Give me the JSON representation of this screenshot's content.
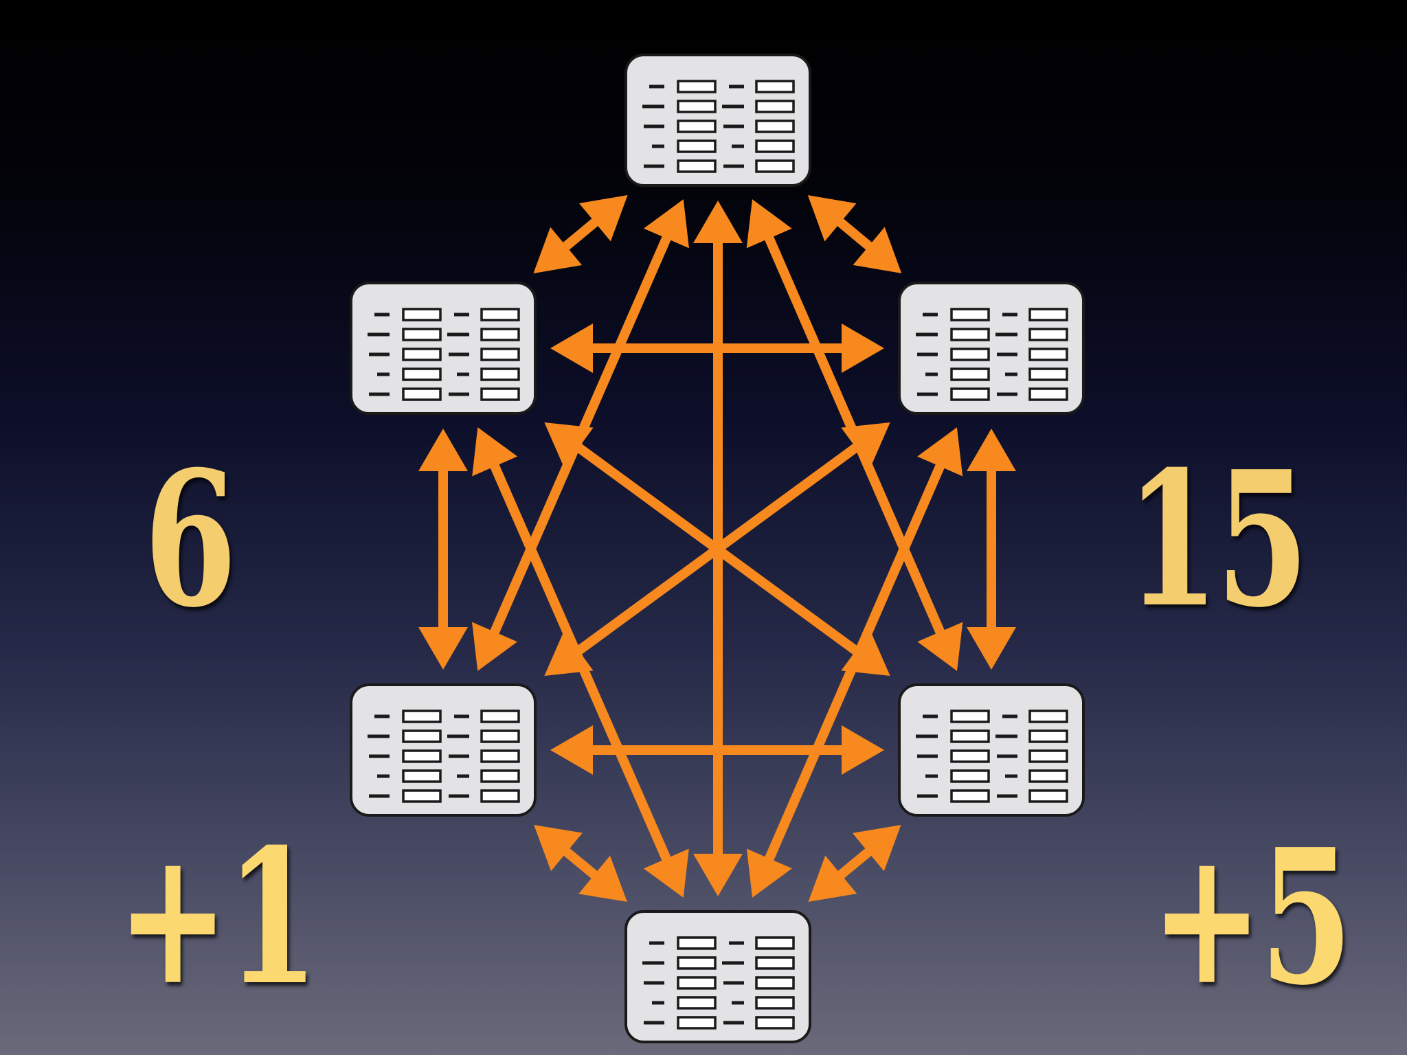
{
  "labels": {
    "node_count": "6",
    "connection_count": "15",
    "added_node": "+1",
    "added_connections": "+5"
  },
  "colors": {
    "arrow": "#f7891e",
    "table_fill": "#e3e3e5",
    "table_stroke": "#1a1a1a",
    "number": "#f4cd6e"
  },
  "diagram": {
    "nodes": [
      {
        "id": "top",
        "icon": "database-table-icon"
      },
      {
        "id": "upper-left",
        "icon": "database-table-icon"
      },
      {
        "id": "upper-right",
        "icon": "database-table-icon"
      },
      {
        "id": "lower-left",
        "icon": "database-table-icon"
      },
      {
        "id": "lower-right",
        "icon": "database-table-icon"
      },
      {
        "id": "bottom",
        "icon": "database-table-icon"
      }
    ],
    "edges": [
      [
        "top",
        "upper-left"
      ],
      [
        "top",
        "upper-right"
      ],
      [
        "top",
        "lower-left"
      ],
      [
        "top",
        "lower-right"
      ],
      [
        "top",
        "bottom"
      ],
      [
        "upper-left",
        "upper-right"
      ],
      [
        "upper-left",
        "lower-left"
      ],
      [
        "upper-left",
        "lower-right"
      ],
      [
        "upper-left",
        "bottom"
      ],
      [
        "upper-right",
        "lower-left"
      ],
      [
        "upper-right",
        "lower-right"
      ],
      [
        "upper-right",
        "bottom"
      ],
      [
        "lower-left",
        "lower-right"
      ],
      [
        "lower-left",
        "bottom"
      ],
      [
        "lower-right",
        "bottom"
      ]
    ]
  }
}
